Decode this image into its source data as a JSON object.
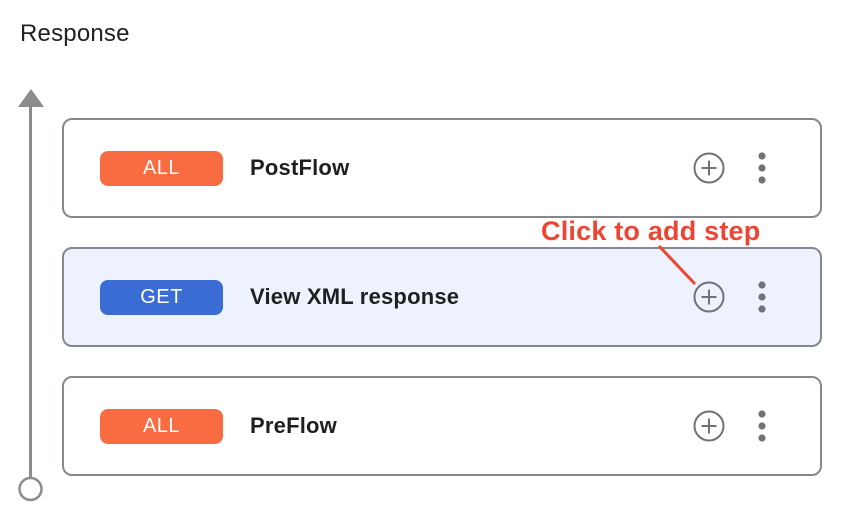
{
  "header": {
    "title": "Response"
  },
  "flow": {
    "cards": [
      {
        "badge": {
          "label": "ALL",
          "color": "#F96B40"
        },
        "label": "PostFlow",
        "selected": false,
        "add_step_icon": "plus-circle-icon",
        "menu_icon": "kebab-menu-icon"
      },
      {
        "badge": {
          "label": "GET",
          "color": "#3B6CD4"
        },
        "label": "View XML response",
        "selected": true,
        "add_step_icon": "plus-circle-icon",
        "menu_icon": "kebab-menu-icon"
      },
      {
        "badge": {
          "label": "ALL",
          "color": "#F96B40"
        },
        "label": "PreFlow",
        "selected": false,
        "add_step_icon": "plus-circle-icon",
        "menu_icon": "kebab-menu-icon"
      }
    ],
    "timeline": {
      "direction_icon": "arrow-up-icon",
      "start_marker_icon": "circle-marker-icon"
    }
  },
  "annotation": {
    "label": "Click to add step",
    "color": "#EE4434"
  },
  "colors": {
    "card_border": "#85898D",
    "selected_card_background": "#EDF2FC",
    "icon_gray": "#6F7378",
    "timeline_gray": "#8C8C8C",
    "text_dark": "#1F1F1F",
    "badge_text": "#FFFFFF"
  }
}
